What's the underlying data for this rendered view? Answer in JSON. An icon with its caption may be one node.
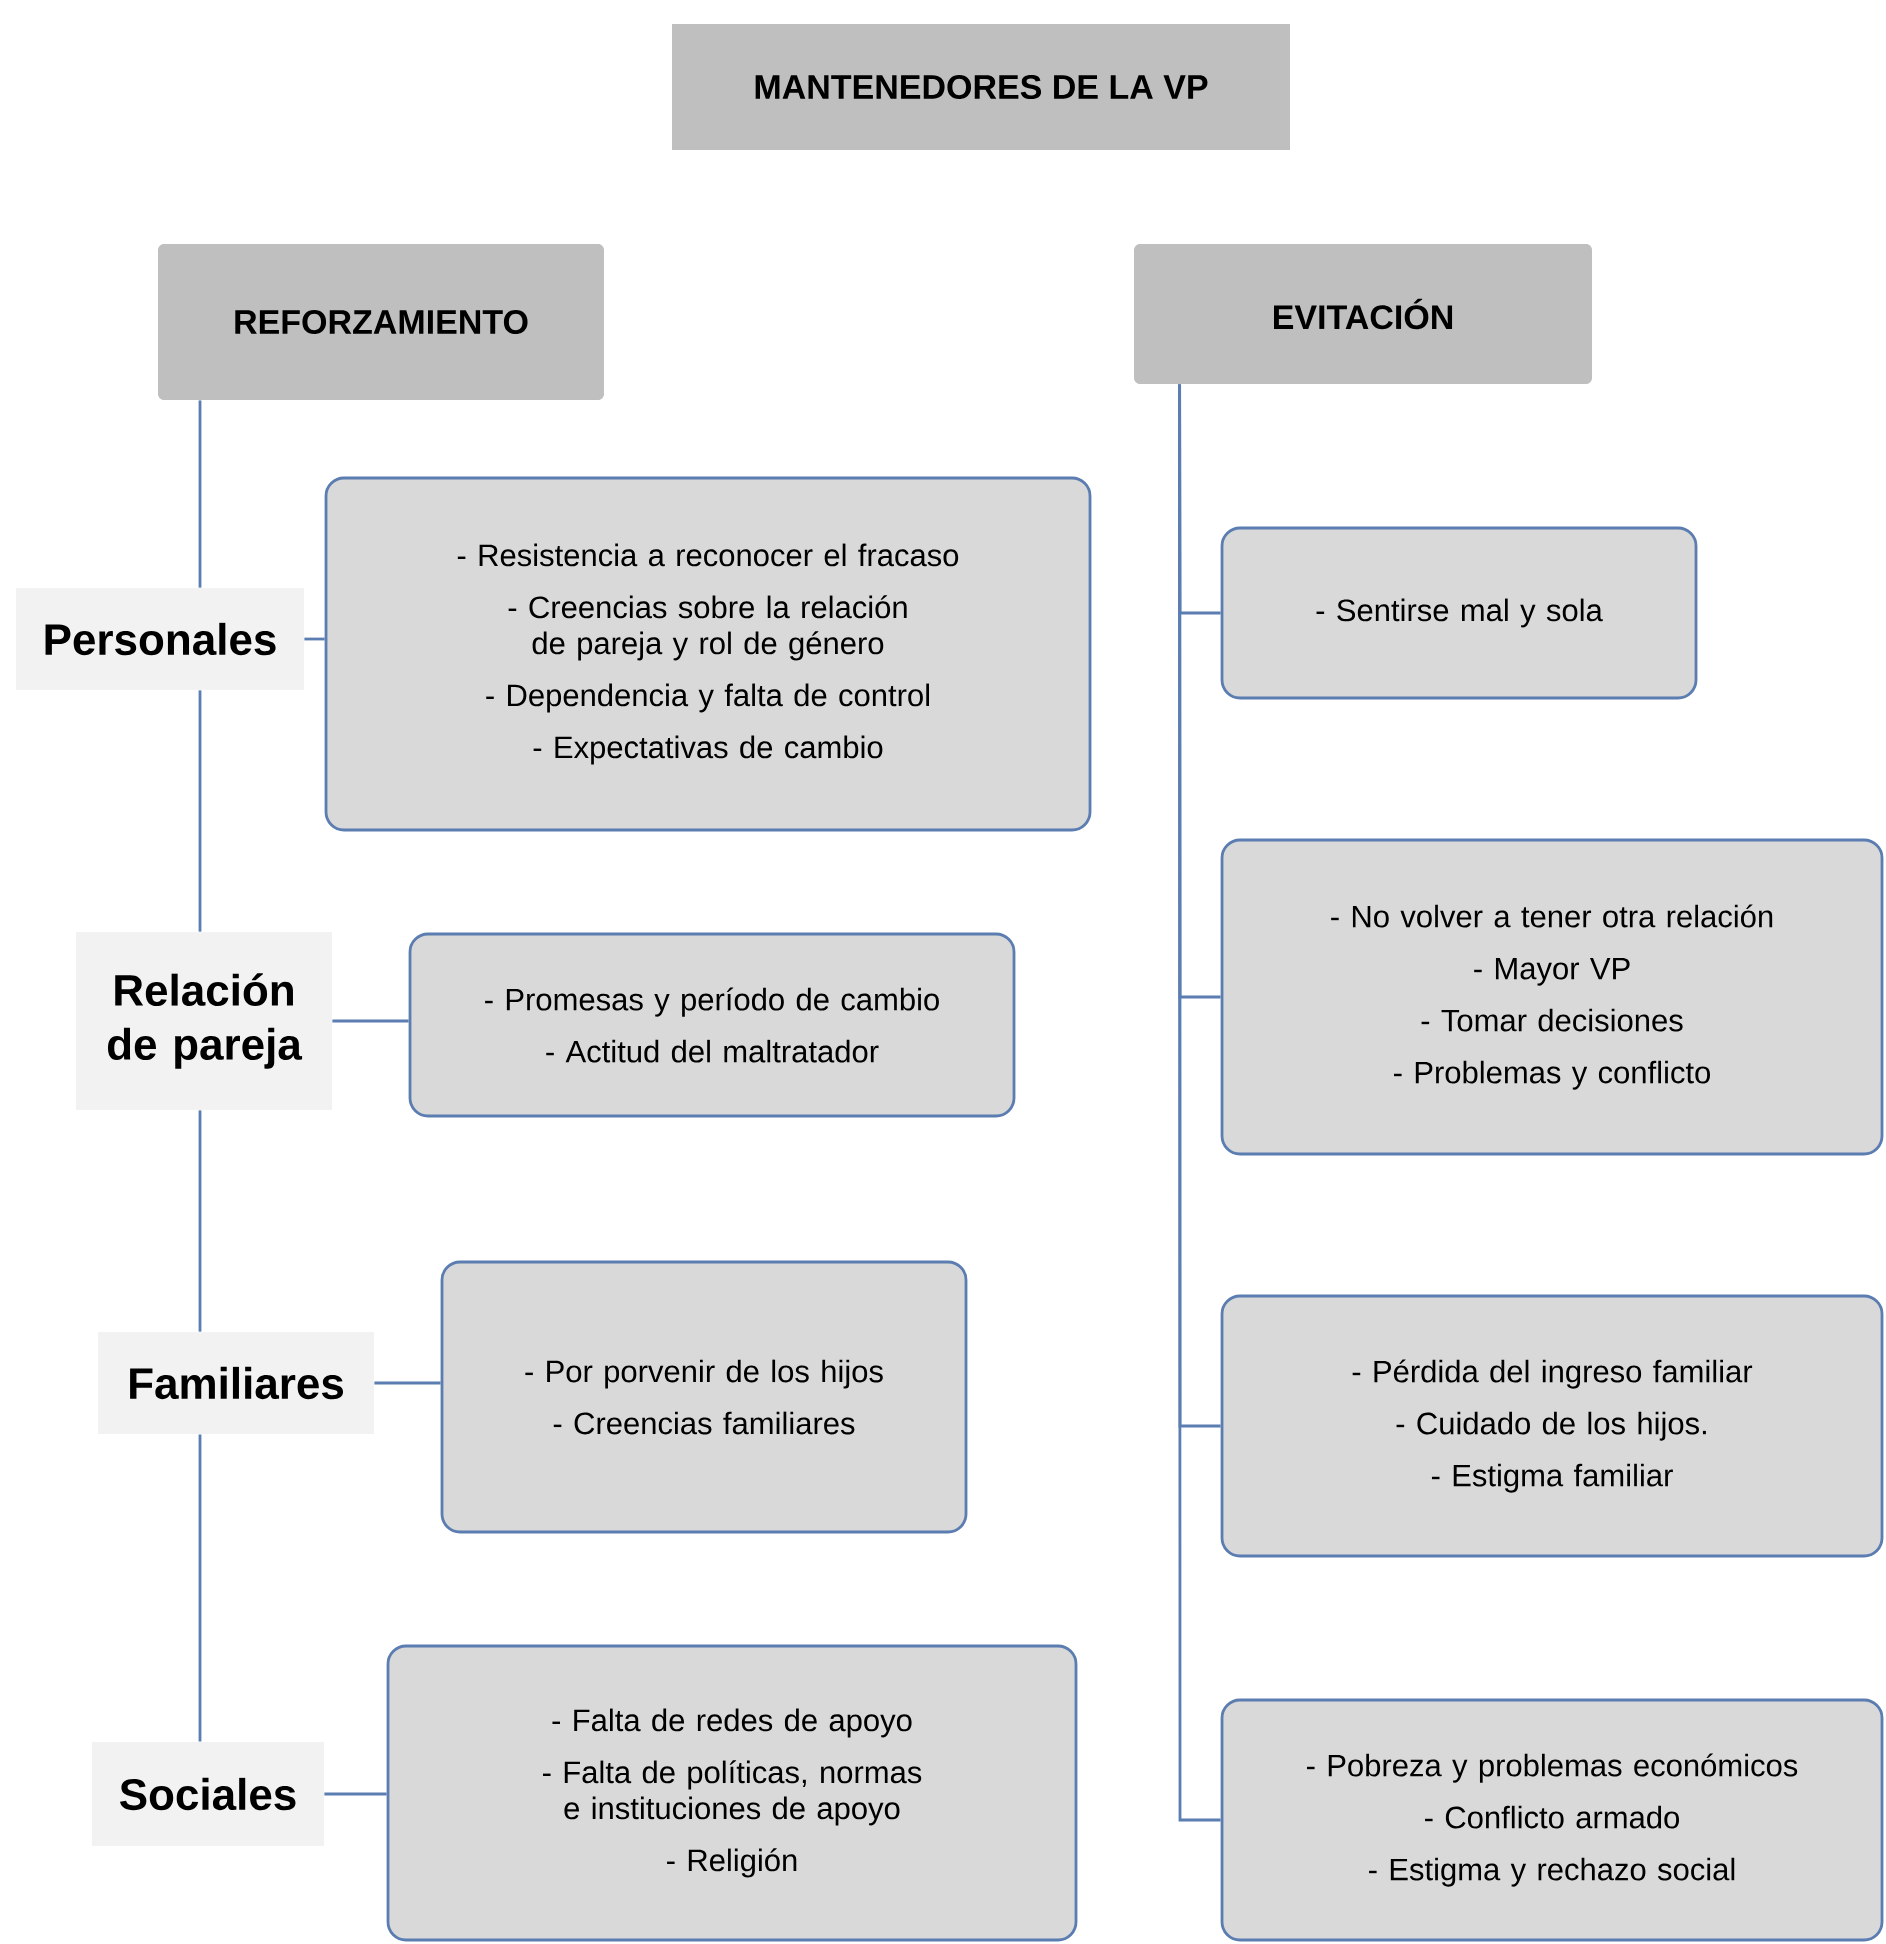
{
  "diagram": {
    "title": "MANTENEDORES DE LA VP",
    "nodes": [
      {
        "text": [
          "REFORZAMIENTO"
        ]
      },
      {
        "text": [
          "EVITACIÓN"
        ]
      },
      {
        "text": [
          "Personales"
        ]
      },
      {
        "text": [
          "- Resistencia a reconocer el fracaso",
          "- Creencias sobre la relación de pareja y rol de género",
          "- Dependencia y falta de control",
          "- Expectativas de cambio"
        ]
      },
      {
        "text": [
          "Relación de pareja"
        ]
      },
      {
        "text": [
          "- Promesas y período de cambio",
          "- Actitud del maltratador"
        ]
      },
      {
        "text": [
          "Familiares"
        ]
      },
      {
        "text": [
          "- Por porvenir de los hijos",
          "- Creencias familiares"
        ]
      },
      {
        "text": [
          "Sociales"
        ]
      },
      {
        "text": [
          "- Falta de redes de apoyo",
          "- Falta de políticas, normas e instituciones de apoyo",
          "- Religión"
        ]
      },
      {
        "text": [
          "- Sentirse mal y sola"
        ]
      },
      {
        "text": [
          "- No volver a tener otra relación",
          "- Mayor VP",
          "- Tomar decisiones",
          "- Problemas y conflicto"
        ]
      },
      {
        "text": [
          "- Pérdida del ingreso familiar",
          "- Cuidado de los hijos.",
          "- Estigma familiar"
        ]
      },
      {
        "text": [
          "- Pobreza y problemas económicos",
          "- Conflicto armado",
          "- Estigma y rechazo social"
        ]
      }
    ],
    "edges": [
      {
        "from": 0,
        "to": 2,
        "arrow": "none"
      },
      {
        "from": 2,
        "to": 4,
        "arrow": "none"
      },
      {
        "from": 4,
        "to": 6,
        "arrow": "none"
      },
      {
        "from": 6,
        "to": 8,
        "arrow": "none"
      },
      {
        "from": 2,
        "to": 3,
        "arrow": "none"
      },
      {
        "from": 4,
        "to": 5,
        "arrow": "none"
      },
      {
        "from": 6,
        "to": 7,
        "arrow": "none"
      },
      {
        "from": 8,
        "to": 9,
        "arrow": "none"
      },
      {
        "from": 1,
        "to": 10,
        "arrow": "none"
      },
      {
        "from": 1,
        "to": 11,
        "arrow": "none"
      },
      {
        "from": 1,
        "to": 12,
        "arrow": "none"
      },
      {
        "from": 1,
        "to": 13,
        "arrow": "none"
      }
    ]
  }
}
